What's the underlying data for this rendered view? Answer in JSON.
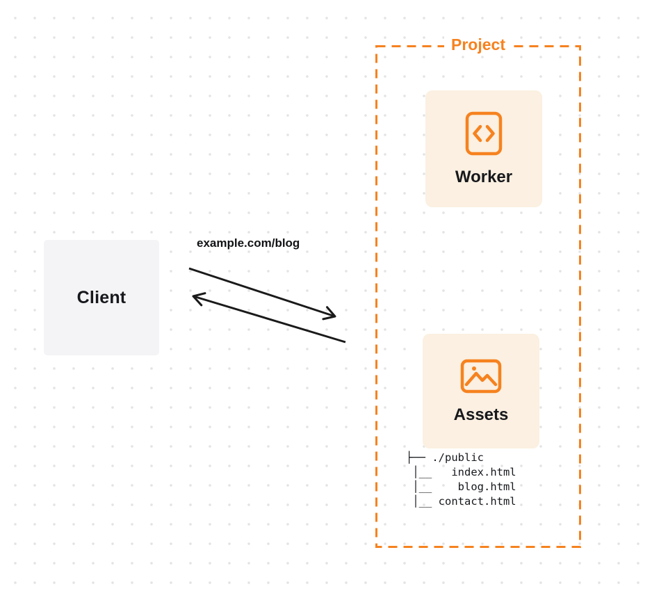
{
  "canvas": {
    "background_color": "#ffffff",
    "dot_grid_color": "#e3e3e4"
  },
  "client": {
    "label": "Client",
    "background_color": "#f4f4f6"
  },
  "request": {
    "label": "example.com/blog",
    "arrow_color": "#1a1a1a"
  },
  "project": {
    "label": "Project",
    "accent_color": "#F6821F",
    "card_background_color": "#FBF0E1",
    "worker": {
      "label": "Worker",
      "icon": "code-brackets-icon"
    },
    "assets": {
      "label": "Assets",
      "icon": "image-icon",
      "file_tree": [
        "├── ./public",
        " │__   index.html",
        " │__    blog.html",
        " │__ contact.html"
      ]
    }
  }
}
